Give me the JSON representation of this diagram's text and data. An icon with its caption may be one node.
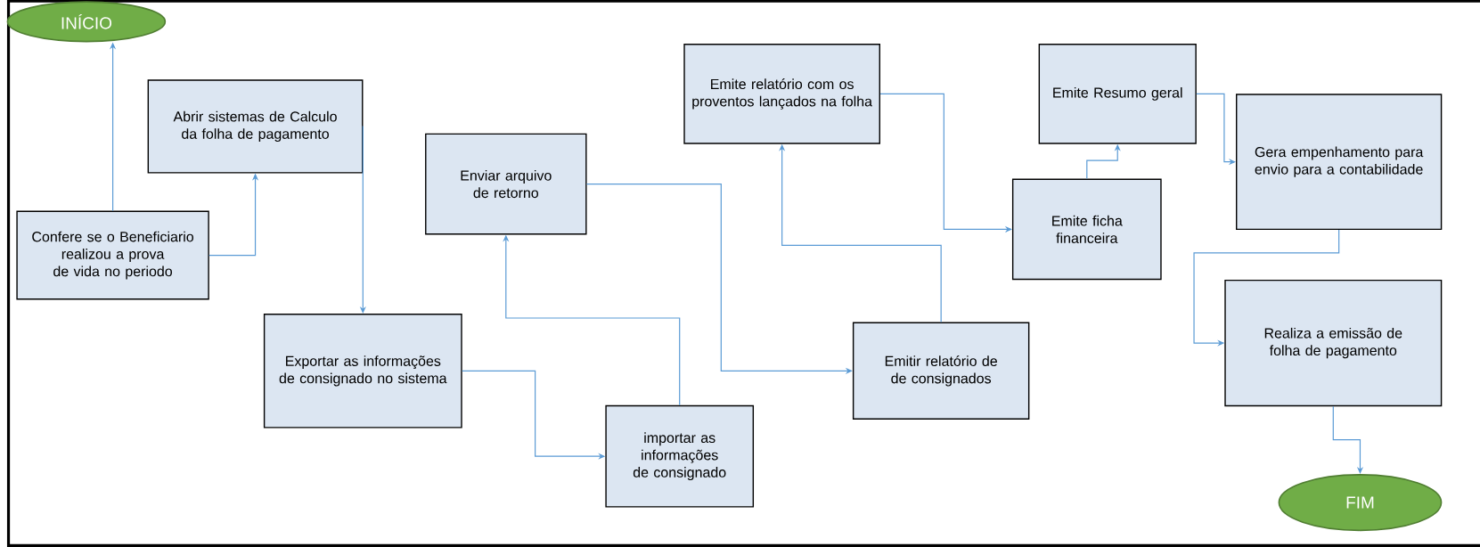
{
  "diagram": {
    "nodes": [
      {
        "text": [
          "INÍCIO"
        ]
      },
      {
        "text": [
          "Abrir sistemas de Calculo da folha de pagamento"
        ]
      },
      {
        "text": [
          "Confere se o Beneficiario realizou a prova de vida no periodo"
        ]
      },
      {
        "text": [
          "Exportar as informações de consignado no sistema"
        ]
      },
      {
        "text": [
          "importar as informações de consignado"
        ]
      },
      {
        "text": [
          "Enviar arquivo de retorno"
        ]
      },
      {
        "text": [
          "Emitir relatório de de consignados"
        ]
      },
      {
        "text": [
          "Emite relatório com os proventos lançados na folha"
        ]
      },
      {
        "text": [
          "Emite ficha financeira"
        ]
      },
      {
        "text": [
          "Emite Resumo geral"
        ]
      },
      {
        "text": [
          "Gera empenhamento para envio para a contabilidade"
        ]
      },
      {
        "text": [
          "Realiza a emissão de folha de pagamento"
        ]
      },
      {
        "text": [
          "FIM"
        ]
      }
    ],
    "edges": [
      {
        "from": 2,
        "to": 0,
        "arrow": "to"
      },
      {
        "from": 2,
        "to": 1,
        "arrow": "to"
      },
      {
        "from": 1,
        "to": 3,
        "arrow": "to"
      },
      {
        "from": 3,
        "to": 4,
        "arrow": "to"
      },
      {
        "from": 4,
        "to": 5,
        "arrow": "to"
      },
      {
        "from": 5,
        "to": 6,
        "arrow": "to"
      },
      {
        "from": 6,
        "to": 7,
        "arrow": "to"
      },
      {
        "from": 7,
        "to": 8,
        "arrow": "to"
      },
      {
        "from": 8,
        "to": 9,
        "arrow": "to"
      },
      {
        "from": 9,
        "to": 10,
        "arrow": "to"
      },
      {
        "from": 10,
        "to": 11,
        "arrow": "to"
      },
      {
        "from": 11,
        "to": 12,
        "arrow": "to"
      }
    ]
  }
}
